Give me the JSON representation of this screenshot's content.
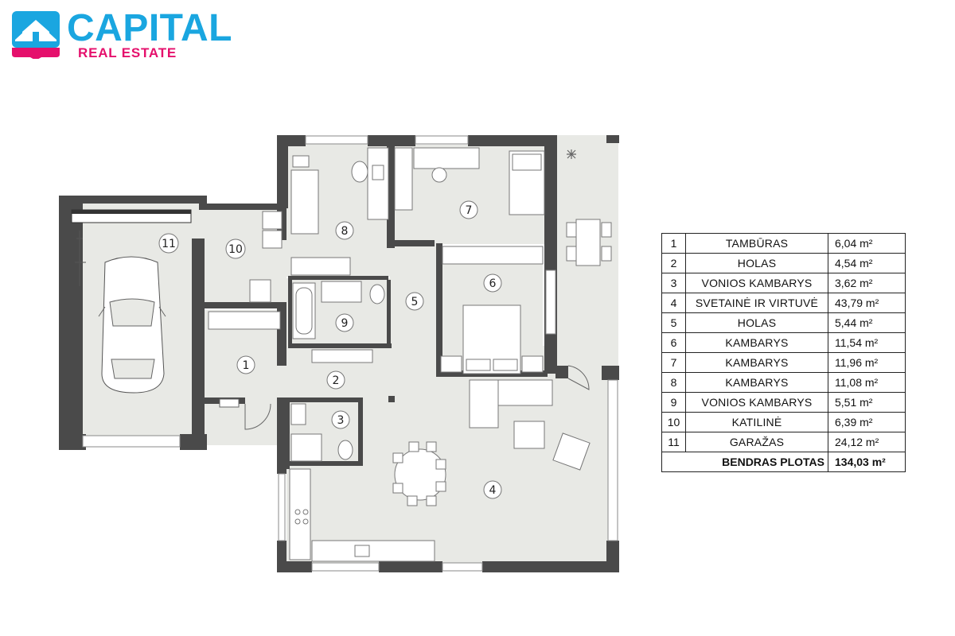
{
  "brand": {
    "name": "CAPITAL",
    "subtitle": "REAL ESTATE",
    "primary_color": "#1aa6e0",
    "accent_color": "#e5106c",
    "icon": "house-logo-icon"
  },
  "plan": {
    "wall_color": "#4a4a4a",
    "floor_color": "#e8e9e5",
    "room_labels": [
      "1",
      "2",
      "3",
      "4",
      "5",
      "6",
      "7",
      "8",
      "9",
      "10",
      "11"
    ]
  },
  "rooms": [
    {
      "no": "1",
      "name": "TAMBŪRAS",
      "area": "6,04 m²"
    },
    {
      "no": "2",
      "name": "HOLAS",
      "area": "4,54 m²"
    },
    {
      "no": "3",
      "name": "VONIOS KAMBARYS",
      "area": "3,62 m²"
    },
    {
      "no": "4",
      "name": "SVETAINĖ IR VIRTUVĖ",
      "area": "43,79 m²"
    },
    {
      "no": "5",
      "name": "HOLAS",
      "area": "5,44 m²"
    },
    {
      "no": "6",
      "name": "KAMBARYS",
      "area": "11,54 m²"
    },
    {
      "no": "7",
      "name": "KAMBARYS",
      "area": "11,96 m²"
    },
    {
      "no": "8",
      "name": "KAMBARYS",
      "area": "11,08 m²"
    },
    {
      "no": "9",
      "name": "VONIOS KAMBARYS",
      "area": "5,51 m²"
    },
    {
      "no": "10",
      "name": "KATILINĖ",
      "area": "6,39 m²"
    },
    {
      "no": "11",
      "name": "GARAŽAS",
      "area": "24,12 m²"
    }
  ],
  "total": {
    "label": "BENDRAS PLOTAS",
    "area": "134,03 m²"
  }
}
